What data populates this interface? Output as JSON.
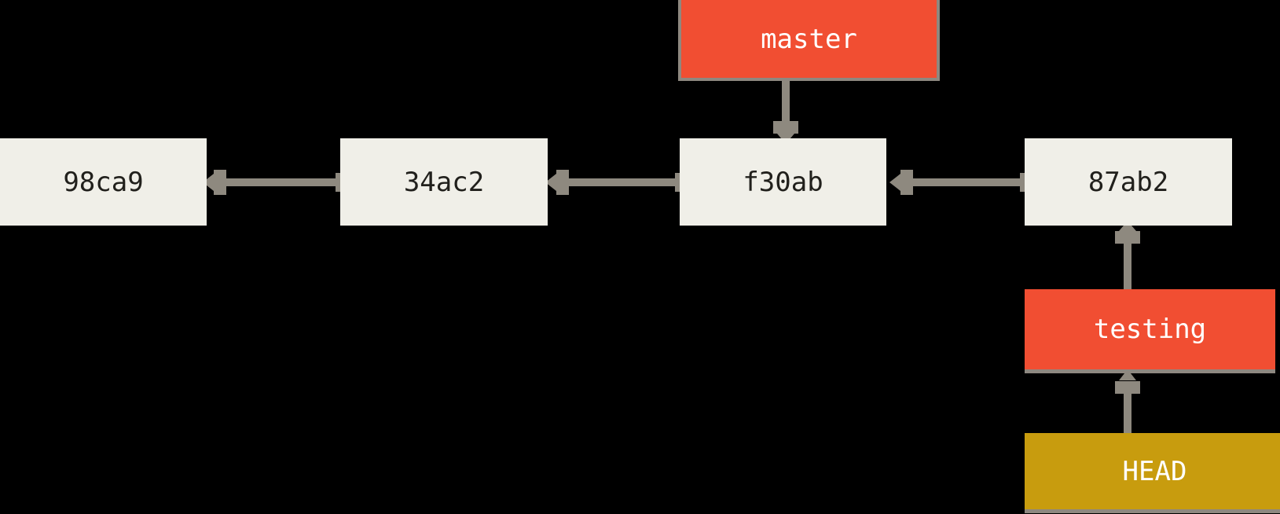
{
  "commits": [
    {
      "id": "98ca9",
      "parent": null
    },
    {
      "id": "34ac2",
      "parent": "98ca9"
    },
    {
      "id": "f30ab",
      "parent": "34ac2"
    },
    {
      "id": "87ab2",
      "parent": "f30ab"
    }
  ],
  "refs": [
    {
      "label": "master",
      "type": "branch",
      "points_to": "f30ab"
    },
    {
      "label": "testing",
      "type": "branch",
      "points_to": "87ab2"
    },
    {
      "label": "HEAD",
      "type": "head",
      "points_to": "testing"
    }
  ],
  "colors": {
    "background": "#000000",
    "commit_box": "#f0efe8",
    "commit_text": "#21201c",
    "branch_box": "#f14e32",
    "head_box": "#c89c0e",
    "ref_text": "#ffffff",
    "ref_border": "#8e8880",
    "arrow": "#8e897f"
  }
}
